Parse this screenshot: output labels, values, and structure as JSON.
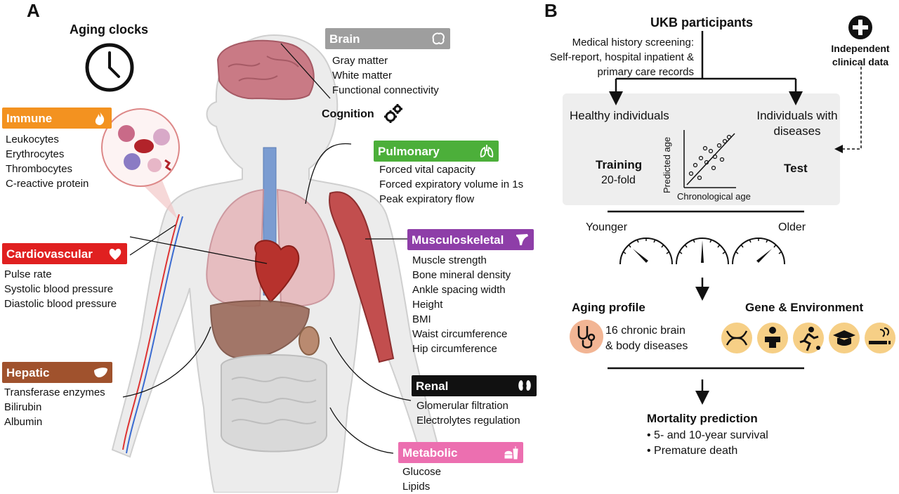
{
  "panel_a": {
    "letter": "A",
    "aging_clocks": "Aging clocks",
    "cognition": "Cognition",
    "categories": {
      "brain": {
        "title": "Brain",
        "items": [
          "Gray matter",
          "White matter",
          "Functional connectivity"
        ]
      },
      "immune": {
        "title": "Immune",
        "items": [
          "Leukocytes",
          "Erythrocytes",
          "Thrombocytes",
          "C-reactive protein"
        ]
      },
      "cardiovascular": {
        "title": "Cardiovascular",
        "items": [
          "Pulse rate",
          "Systolic blood pressure",
          "Diastolic blood pressure"
        ]
      },
      "hepatic": {
        "title": "Hepatic",
        "items": [
          "Transferase enzymes",
          "Bilirubin",
          "Albumin"
        ]
      },
      "pulmonary": {
        "title": "Pulmonary",
        "items": [
          "Forced vital capacity",
          "Forced expiratory volume in 1s",
          "Peak expiratory flow"
        ]
      },
      "musculoskeletal": {
        "title": "Musculoskeletal",
        "items": [
          "Muscle strength",
          "Bone mineral density",
          "Ankle spacing width",
          "Height",
          "BMI",
          "Waist circumference",
          "Hip circumference"
        ]
      },
      "renal": {
        "title": "Renal",
        "items": [
          "Glomerular filtration",
          "Electrolytes regulation"
        ]
      },
      "metabolic": {
        "title": "Metabolic",
        "items": [
          "Glucose",
          "Lipids"
        ]
      }
    },
    "colors": {
      "brain": "#9e9e9e",
      "immune": "#f39220",
      "cardiovascular": "#e02020",
      "hepatic": "#a0522d",
      "pulmonary": "#4caf3a",
      "musculoskeletal": "#8e3ea8",
      "renal": "#111111",
      "metabolic": "#ec6fb0"
    }
  },
  "panel_b": {
    "letter": "B",
    "participants": "UKB participants",
    "screening": [
      "Medical history screening:",
      "Self-report, hospital inpatient &",
      "primary care records"
    ],
    "independent": [
      "Independent",
      "clinical data"
    ],
    "healthy": "Healthy individuals",
    "diseased": [
      "Individuals with",
      "diseases"
    ],
    "training": "Training",
    "fold": "20-fold",
    "test": "Test",
    "predicted_axis": "Predicted age",
    "chrono_axis": "Chronological age",
    "younger": "Younger",
    "older": "Older",
    "aging_profile": "Aging profile",
    "diseases": [
      "16 chronic brain",
      "& body diseases"
    ],
    "gene_env": "Gene & Environment",
    "mortality": "Mortality prediction",
    "mortality_items": [
      "5- and 10-year survival",
      "Premature death"
    ]
  }
}
